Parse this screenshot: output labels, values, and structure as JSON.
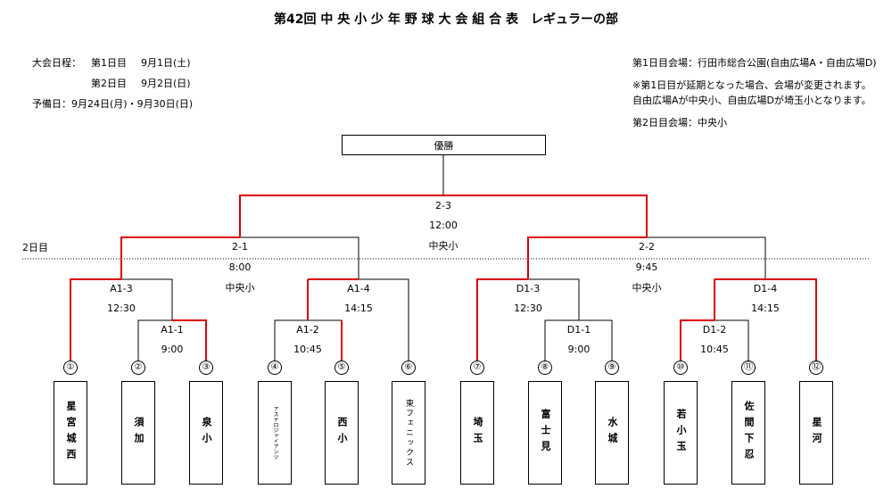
{
  "title": "第42回 中 央 小 少 年 野 球 大 会 組 合 表　レギュラーの部",
  "schedule": {
    "line1_label": "大会日程：",
    "day1_label": "第1日目",
    "day1_date": "9月1日(土)",
    "day2_label": "第2日目",
    "day2_date": "9月2日(日)",
    "reserve": "予備日：9月24日(月)・9月30日(日)"
  },
  "venue": {
    "day1": "第1日目会場：行田市総合公園(自由広場A・自由広場D)",
    "note1": "※第1日目が延期となった場合、会場が変更されます。",
    "note2": "自由広場Aが中央小、自由広場Dが埼玉小となります。",
    "day2": "第2日目会場：中央小"
  },
  "champion_label": "優勝",
  "day2_marker": "2日目",
  "matches": {
    "final": {
      "id": "2-3",
      "time": "12:00",
      "venue": "中央小"
    },
    "sf1": {
      "id": "2-1",
      "time": "8:00",
      "venue": "中央小"
    },
    "sf2": {
      "id": "2-2",
      "time": "9:45",
      "venue": "中央小"
    },
    "a13": {
      "id": "A1-3",
      "time": "12:30"
    },
    "a11": {
      "id": "A1-1",
      "time": "9:00"
    },
    "a14": {
      "id": "A1-4",
      "time": "14:15"
    },
    "a12": {
      "id": "A1-2",
      "time": "10:45"
    },
    "d13": {
      "id": "D1-3",
      "time": "12:30"
    },
    "d11": {
      "id": "D1-1",
      "time": "9:00"
    },
    "d14": {
      "id": "D1-4",
      "time": "14:15"
    },
    "d12": {
      "id": "D1-2",
      "time": "10:45"
    }
  },
  "teams": [
    {
      "num": "①",
      "name": "星宮城西"
    },
    {
      "num": "②",
      "name": "須加"
    },
    {
      "num": "③",
      "name": "泉小"
    },
    {
      "num": "④",
      "name": "アスナロジャイアンツ"
    },
    {
      "num": "⑤",
      "name": "西小"
    },
    {
      "num": "⑥",
      "name": "東フェニックス"
    },
    {
      "num": "⑦",
      "name": "埼玉"
    },
    {
      "num": "⑧",
      "name": "富士見"
    },
    {
      "num": "⑨",
      "name": "水城"
    },
    {
      "num": "⑩",
      "name": "若小玉"
    },
    {
      "num": "⑪",
      "name": "佐間下忍"
    },
    {
      "num": "⑫",
      "name": "星河"
    }
  ],
  "colors": {
    "winner_line": "#dd0000",
    "line": "#000000"
  }
}
